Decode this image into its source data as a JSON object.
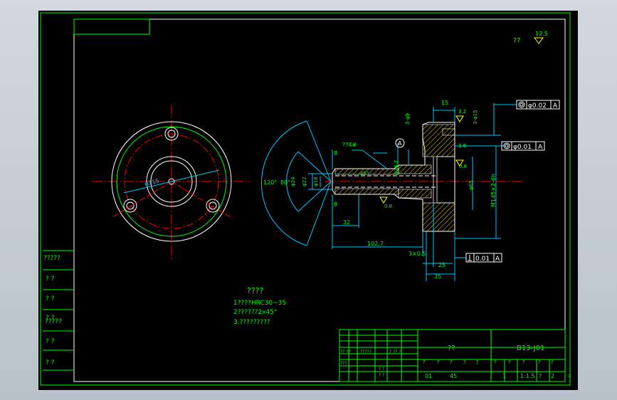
{
  "drawing": {
    "top_mark": "??",
    "roughness_value": "12.5",
    "tech_req_title": "????",
    "tech_req": [
      "1????HRC30~35",
      "2??????2x45°",
      "3.?????????"
    ],
    "left_table": [
      "?????",
      "?   ?",
      "?   ?",
      "?   ?",
      "?????",
      "?   ?",
      "?   ?"
    ]
  },
  "dimensions": {
    "front_dia": "φ115",
    "angle_120": "120°",
    "angle_80": "80°",
    "dia_22": "φ22",
    "dia_18": "φ18",
    "dia_24": "φ24",
    "dim_8a": "8",
    "dim_8b": "8",
    "dim_32": "32",
    "dim_102_7": "102.7",
    "dim_3x05": "3×0.5",
    "dim_25": "25",
    "dim_35": "35",
    "dim_15": "15",
    "dim_3_phi15": "3-φ15",
    "dim_3_phi9": "3-φ9",
    "chamfer_45": "45°",
    "dia_26_7": "φ26.7",
    "dia_65": "φ65",
    "thread": "M145×2-6h",
    "rough_08a": "0.8",
    "rough_08b": "0.8",
    "rough_16": "1.6",
    "rough_32": "3.2",
    "note_74": "??4#",
    "datum_a": "A",
    "tol1_value": "φ0.02",
    "tol1_datum": "A",
    "tol2_value": "φ0.01",
    "tol2_datum": "A",
    "tol3_value": "0.01",
    "tol3_datum": "A"
  },
  "title_block": {
    "name": "??",
    "code": "B13-J01",
    "row_heads": [
      "?? ??",
      "?????",
      "? ?? ?"
    ],
    "small_marks": [
      "?",
      "?",
      "?",
      "?",
      "?",
      "?",
      "?",
      "?",
      "?",
      "?"
    ],
    "row2": [
      "???",
      "? ?",
      "? ?"
    ],
    "qty": "01",
    "weight": "45",
    "sheet": "1",
    "scale": "1:1.5",
    "pages": "?",
    "page_no": "2",
    "side_mark": "?"
  },
  "colors": {
    "frame": "#00ff00",
    "centerline": "#ff0000",
    "dimension": "#00c8ff",
    "geometry": "#ffffff",
    "text": "#00ff00",
    "hatch": "#ffd200",
    "tolerance": "#00ff00"
  }
}
